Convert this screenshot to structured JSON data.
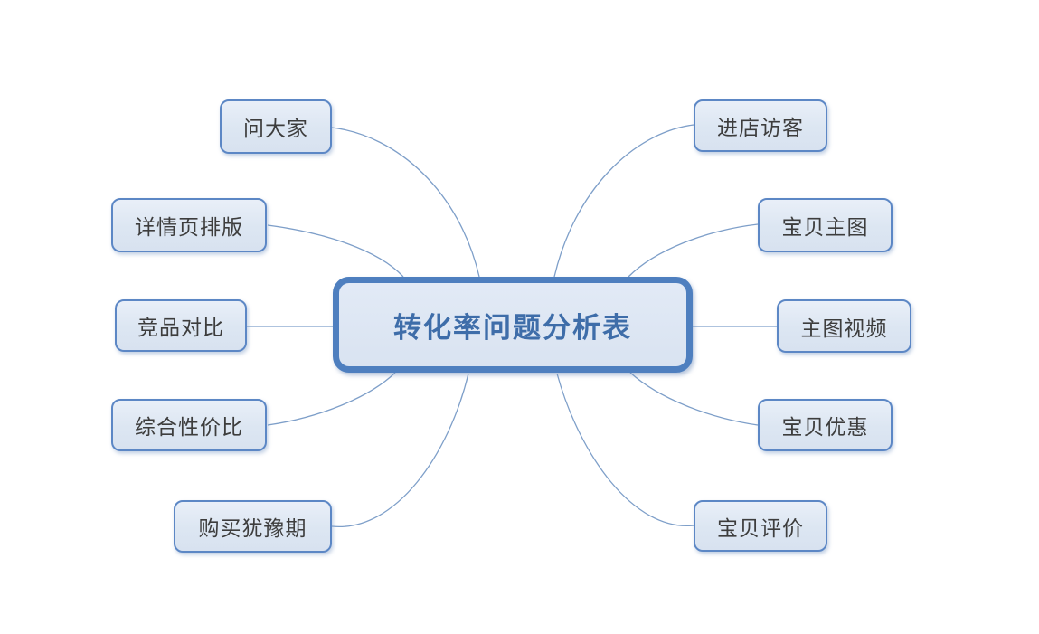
{
  "diagram": {
    "title": "转化率问题分析表",
    "type": "mindmap",
    "colors": {
      "central_border": "#4e7fbf",
      "central_text": "#3e6da9",
      "node_border": "#5c87c5",
      "node_fill": "#dce6f2",
      "node_text": "#3d3d3d",
      "connector": "#7e9fc9",
      "background": "#ffffff"
    },
    "center": {
      "label": "转化率问题分析表"
    },
    "left_branches": [
      {
        "label": "问大家"
      },
      {
        "label": "详情页排版"
      },
      {
        "label": "竞品对比"
      },
      {
        "label": "综合性价比"
      },
      {
        "label": "购买犹豫期"
      }
    ],
    "right_branches": [
      {
        "label": "进店访客"
      },
      {
        "label": "宝贝主图"
      },
      {
        "label": "主图视频"
      },
      {
        "label": "宝贝优惠"
      },
      {
        "label": "宝贝评价"
      }
    ]
  }
}
